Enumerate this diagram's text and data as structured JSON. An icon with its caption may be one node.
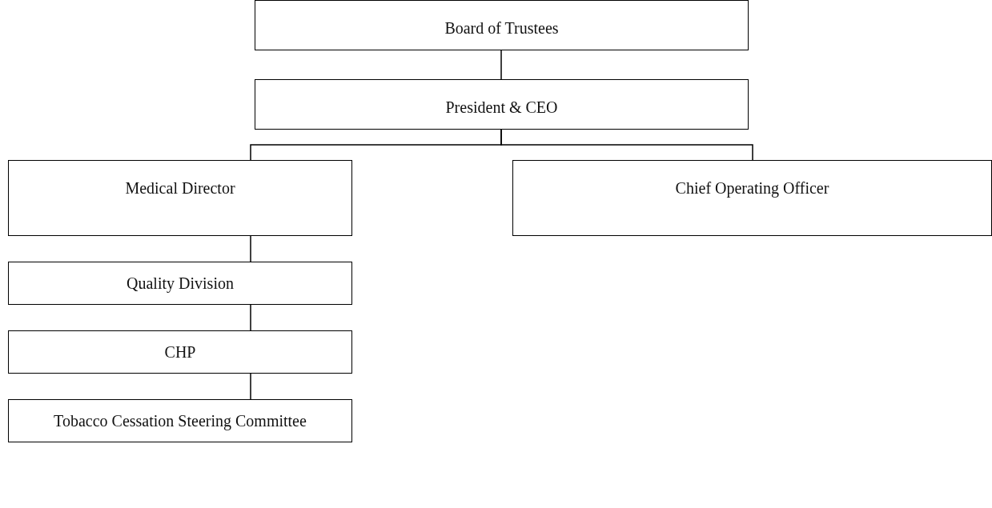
{
  "diagram": {
    "nodes": [
      {
        "text": [
          "Board of Trustees"
        ]
      },
      {
        "text": [
          "President & CEO"
        ]
      },
      {
        "text": [
          "Medical Director"
        ]
      },
      {
        "text": [
          "Chief Operating Officer"
        ]
      },
      {
        "text": [
          "Quality Division"
        ]
      },
      {
        "text": [
          "CHP"
        ]
      },
      {
        "text": [
          "Tobacco Cessation Steering Committee"
        ]
      }
    ],
    "edges": [
      {
        "from": 0,
        "to": 1,
        "arrow": "none"
      },
      {
        "from": 1,
        "to": 2,
        "arrow": "none"
      },
      {
        "from": 1,
        "to": 3,
        "arrow": "none"
      },
      {
        "from": 2,
        "to": 4,
        "arrow": "none"
      },
      {
        "from": 4,
        "to": 5,
        "arrow": "none"
      },
      {
        "from": 5,
        "to": 6,
        "arrow": "none"
      }
    ]
  }
}
